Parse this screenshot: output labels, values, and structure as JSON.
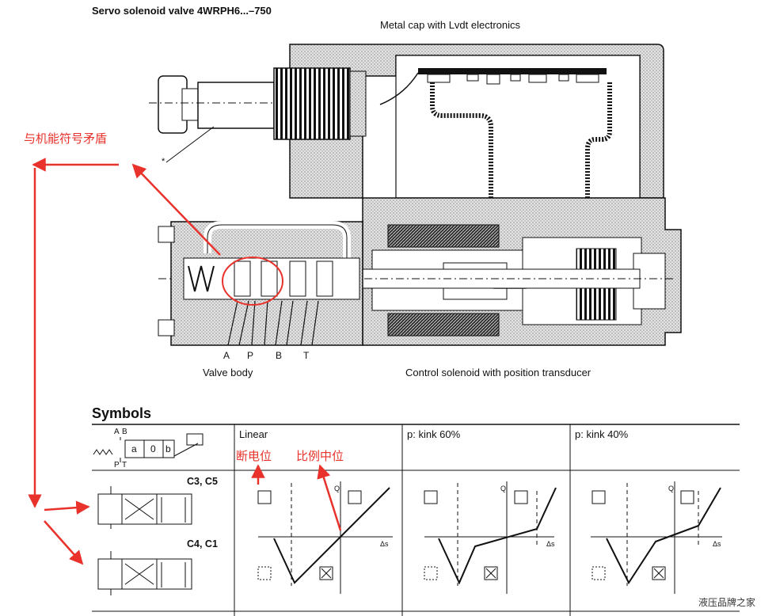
{
  "title": "Servo solenoid valve 4WRPH6...–750",
  "labels": {
    "metal_cap": "Metal cap with Lvdt electronics",
    "valve_body": "Valve body",
    "control_solenoid": "Control solenoid with position transducer",
    "asterisk": "*"
  },
  "ports": [
    "A",
    "P",
    "B",
    "T"
  ],
  "symbols": {
    "heading": "Symbols",
    "columns": [
      "Linear",
      "p: kink 60%",
      "p: kink 40%"
    ],
    "codes": [
      "C3, C5",
      "C4, C1"
    ],
    "mini_letters": {
      "a": "a",
      "zero": "0",
      "b": "b",
      "A": "A",
      "B": "B",
      "P": "P",
      "T": "T"
    },
    "axis": {
      "q": "Q",
      "s": "Δs"
    }
  },
  "annotations": {
    "contradiction": "与机能符号矛盾",
    "power_off": "断电位",
    "proportional_center": "比例中位"
  },
  "watermark": "液压品牌之家",
  "colors": {
    "annotation": "#e8322b",
    "hatch": "#9a9a9a"
  }
}
